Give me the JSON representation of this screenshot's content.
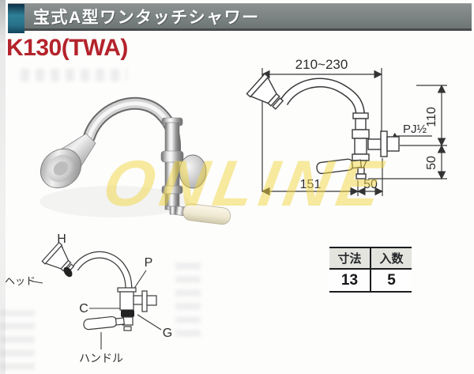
{
  "header": {
    "title": "宝式A型ワンタッチシャワー"
  },
  "model": {
    "code": "K130(TWA)"
  },
  "watermark": {
    "text": "ONLINE"
  },
  "tech_drawing": {
    "dim_top_width": "210~230",
    "dim_right_upper": "110",
    "dim_right_lower": "50",
    "connection_label": "PJ½",
    "dim_bottom_left": "151",
    "dim_bottom_right": "50"
  },
  "parts_diagram": {
    "label_h": "H",
    "label_head": "ヘッド",
    "label_p": "P",
    "label_c": "C",
    "label_g": "G",
    "label_handle": "ハンドル"
  },
  "spec_table": {
    "headers": [
      "寸法",
      "入数"
    ],
    "rows": [
      [
        "13",
        "5"
      ]
    ]
  },
  "colors": {
    "header_bar_gray": "#7a8181",
    "header_accent_teal": "#2f8098",
    "model_red": "#b4232b",
    "watermark_yellow": "#f2d640",
    "table_header_bg": "#e3e4de",
    "drawing_line": "#333333"
  }
}
